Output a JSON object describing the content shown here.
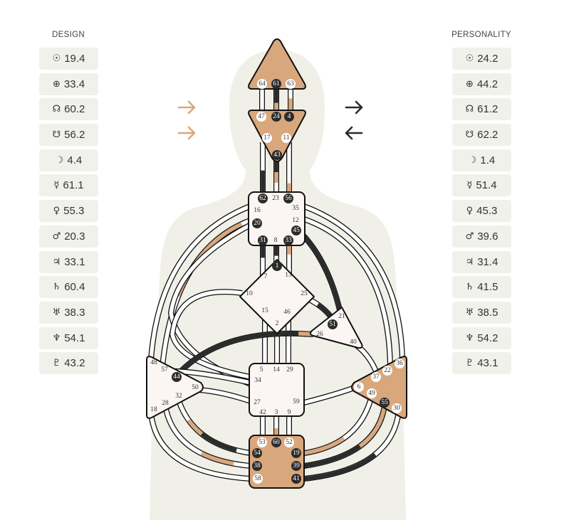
{
  "design": {
    "title": "DESIGN",
    "planets": [
      {
        "planet": "sun",
        "symbol": "☉",
        "value": "19.4"
      },
      {
        "planet": "earth",
        "symbol": "⊕",
        "value": "33.4"
      },
      {
        "planet": "north-node",
        "symbol": "☊",
        "value": "60.2"
      },
      {
        "planet": "south-node",
        "symbol": "☋",
        "value": "56.2"
      },
      {
        "planet": "moon",
        "symbol": "☽",
        "value": "4.4"
      },
      {
        "planet": "mercury",
        "symbol": "☿",
        "value": "61.1"
      },
      {
        "planet": "venus",
        "symbol": "♀",
        "value": "55.3"
      },
      {
        "planet": "mars",
        "symbol": "♂",
        "value": "20.3"
      },
      {
        "planet": "jupiter",
        "symbol": "♃",
        "value": "33.1"
      },
      {
        "planet": "saturn",
        "symbol": "♄",
        "value": "60.4"
      },
      {
        "planet": "uranus",
        "symbol": "♅",
        "value": "38.3"
      },
      {
        "planet": "neptune",
        "symbol": "♆",
        "value": "54.1"
      },
      {
        "planet": "pluto",
        "symbol": "♇",
        "value": "43.2"
      }
    ]
  },
  "personality": {
    "title": "PERSONALITY",
    "planets": [
      {
        "planet": "sun",
        "symbol": "☉",
        "value": "24.2"
      },
      {
        "planet": "earth",
        "symbol": "⊕",
        "value": "44.2"
      },
      {
        "planet": "north-node",
        "symbol": "☊",
        "value": "61.2"
      },
      {
        "planet": "south-node",
        "symbol": "☋",
        "value": "62.2"
      },
      {
        "planet": "moon",
        "symbol": "☽",
        "value": "1.4"
      },
      {
        "planet": "mercury",
        "symbol": "☿",
        "value": "51.4"
      },
      {
        "planet": "venus",
        "symbol": "♀",
        "value": "45.3"
      },
      {
        "planet": "mars",
        "symbol": "♂",
        "value": "39.6"
      },
      {
        "planet": "jupiter",
        "symbol": "♃",
        "value": "31.4"
      },
      {
        "planet": "saturn",
        "symbol": "♄",
        "value": "41.5"
      },
      {
        "planet": "uranus",
        "symbol": "♅",
        "value": "38.5"
      },
      {
        "planet": "neptune",
        "symbol": "♆",
        "value": "54.2"
      },
      {
        "planet": "pluto",
        "symbol": "♇",
        "value": "43.1"
      }
    ]
  },
  "arrows": {
    "design": [
      {
        "direction": "right"
      },
      {
        "direction": "right"
      }
    ],
    "personality": [
      {
        "direction": "right"
      },
      {
        "direction": "left"
      }
    ]
  },
  "colors": {
    "design": "#d9a77c",
    "personality": "#2b2b2b",
    "center_defined": "#d9a77c",
    "center_open": "#fbf6f4",
    "silhouette": "#f0f0e8"
  },
  "centers": [
    {
      "name": "head",
      "defined": true,
      "gates": [
        {
          "n": "64",
          "mark": "white"
        },
        {
          "n": "61",
          "mark": "dark"
        },
        {
          "n": "63",
          "mark": "white"
        }
      ]
    },
    {
      "name": "ajna",
      "defined": true,
      "gates": [
        {
          "n": "47",
          "mark": "white"
        },
        {
          "n": "24",
          "mark": "dark"
        },
        {
          "n": "4",
          "mark": "dark"
        },
        {
          "n": "17",
          "mark": "white"
        },
        {
          "n": "11",
          "mark": "white"
        },
        {
          "n": "43",
          "mark": "dark"
        }
      ]
    },
    {
      "name": "throat",
      "defined": false,
      "gates": [
        {
          "n": "62",
          "mark": "dark"
        },
        {
          "n": "23",
          "mark": "none"
        },
        {
          "n": "56",
          "mark": "dark"
        },
        {
          "n": "16",
          "mark": "none"
        },
        {
          "n": "35",
          "mark": "none"
        },
        {
          "n": "20",
          "mark": "dark"
        },
        {
          "n": "12",
          "mark": "none"
        },
        {
          "n": "45",
          "mark": "dark"
        },
        {
          "n": "31",
          "mark": "dark"
        },
        {
          "n": "8",
          "mark": "none"
        },
        {
          "n": "33",
          "mark": "dark"
        }
      ]
    },
    {
      "name": "g",
      "defined": false,
      "gates": [
        {
          "n": "1",
          "mark": "dark"
        },
        {
          "n": "7",
          "mark": "none"
        },
        {
          "n": "13",
          "mark": "none"
        },
        {
          "n": "10",
          "mark": "none"
        },
        {
          "n": "25",
          "mark": "none"
        },
        {
          "n": "15",
          "mark": "none"
        },
        {
          "n": "46",
          "mark": "none"
        },
        {
          "n": "2",
          "mark": "none"
        }
      ]
    },
    {
      "name": "heart",
      "defined": false,
      "gates": [
        {
          "n": "21",
          "mark": "none"
        },
        {
          "n": "51",
          "mark": "dark"
        },
        {
          "n": "26",
          "mark": "none"
        },
        {
          "n": "40",
          "mark": "none"
        }
      ]
    },
    {
      "name": "sacral",
      "defined": false,
      "gates": [
        {
          "n": "5",
          "mark": "none"
        },
        {
          "n": "14",
          "mark": "none"
        },
        {
          "n": "29",
          "mark": "none"
        },
        {
          "n": "34",
          "mark": "none"
        },
        {
          "n": "27",
          "mark": "none"
        },
        {
          "n": "59",
          "mark": "none"
        },
        {
          "n": "42",
          "mark": "none"
        },
        {
          "n": "3",
          "mark": "none"
        },
        {
          "n": "9",
          "mark": "none"
        }
      ]
    },
    {
      "name": "spleen",
      "defined": false,
      "gates": [
        {
          "n": "48",
          "mark": "none"
        },
        {
          "n": "57",
          "mark": "none"
        },
        {
          "n": "44",
          "mark": "dark"
        },
        {
          "n": "50",
          "mark": "none"
        },
        {
          "n": "32",
          "mark": "none"
        },
        {
          "n": "28",
          "mark": "none"
        },
        {
          "n": "18",
          "mark": "none"
        }
      ]
    },
    {
      "name": "solar-plexus",
      "defined": true,
      "gates": [
        {
          "n": "36",
          "mark": "white"
        },
        {
          "n": "22",
          "mark": "white"
        },
        {
          "n": "37",
          "mark": "white"
        },
        {
          "n": "6",
          "mark": "white"
        },
        {
          "n": "49",
          "mark": "white"
        },
        {
          "n": "55",
          "mark": "dark"
        },
        {
          "n": "30",
          "mark": "white"
        }
      ]
    },
    {
      "name": "root",
      "defined": true,
      "gates": [
        {
          "n": "53",
          "mark": "white"
        },
        {
          "n": "60",
          "mark": "dark"
        },
        {
          "n": "52",
          "mark": "white"
        },
        {
          "n": "54",
          "mark": "dark"
        },
        {
          "n": "19",
          "mark": "dark"
        },
        {
          "n": "38",
          "mark": "dark"
        },
        {
          "n": "39",
          "mark": "dark"
        },
        {
          "n": "58",
          "mark": "white"
        },
        {
          "n": "41",
          "mark": "dark"
        }
      ]
    }
  ]
}
